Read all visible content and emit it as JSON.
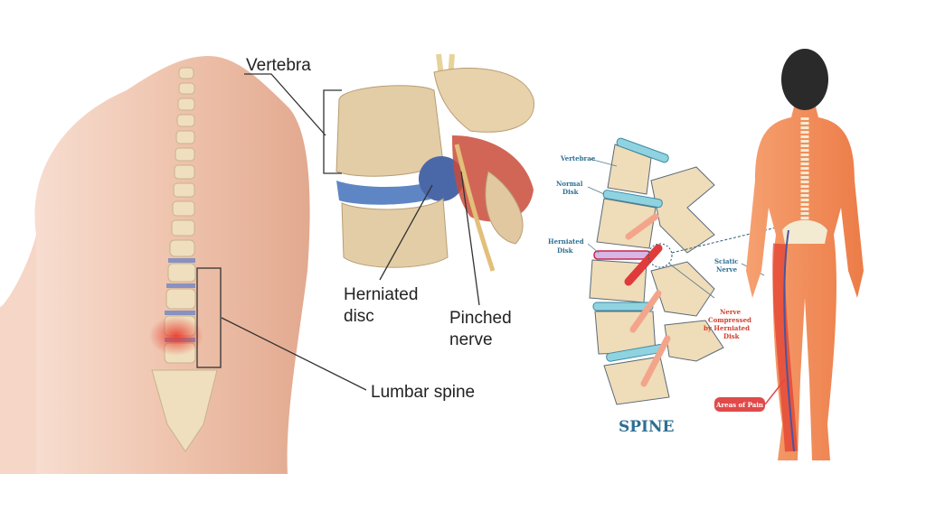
{
  "left_illustration": {
    "labels": {
      "vertebra": "Vertebra",
      "herniated_disc": [
        "Herniated",
        "disc"
      ],
      "pinched_nerve": [
        "Pinched",
        "nerve"
      ],
      "lumbar_spine": "Lumbar spine"
    }
  },
  "right_illustration": {
    "title": "SPINE",
    "labels": {
      "vertebrae": "Vertebrae",
      "normal_disk": [
        "Normal",
        "Disk"
      ],
      "herniated_disk": [
        "Herniated",
        "Disk"
      ],
      "sciatic_nerve": [
        "Sciatic",
        "Nerve"
      ],
      "nerve_compressed": [
        "Nerve",
        "Compressed",
        "by Herniated",
        "Disk"
      ],
      "areas_of_pain": "Areas of Pain"
    }
  },
  "colors": {
    "skin": "#f2c9b4",
    "bone": "#efdcb8",
    "disc_blue": "#5f86c4",
    "pain_red": "#e04a3a",
    "label_blue": "#2d6f93",
    "body_orange": "#f08a55"
  }
}
